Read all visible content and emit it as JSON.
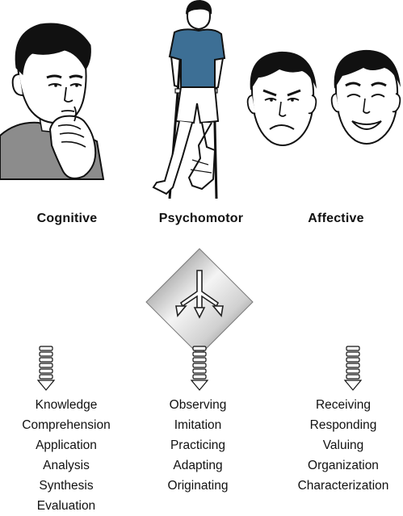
{
  "domains": [
    {
      "title": "Cognitive",
      "levels": [
        "Knowledge",
        "Comprehension",
        "Application",
        "Analysis",
        "Synthesis",
        "Evaluation"
      ]
    },
    {
      "title": "Psychomotor",
      "levels": [
        "Observing",
        "Imitation",
        "Practicing",
        "Adapting",
        "Originating"
      ]
    },
    {
      "title": "Affective",
      "levels": [
        "Receiving",
        "Responding",
        "Valuing",
        "Organization",
        "Characterization"
      ]
    }
  ],
  "colors": {
    "ink": "#111111",
    "shirt_gray": "#8c8c8c",
    "shirt_blue": "#3d6f95",
    "skin": "#ffffff"
  }
}
